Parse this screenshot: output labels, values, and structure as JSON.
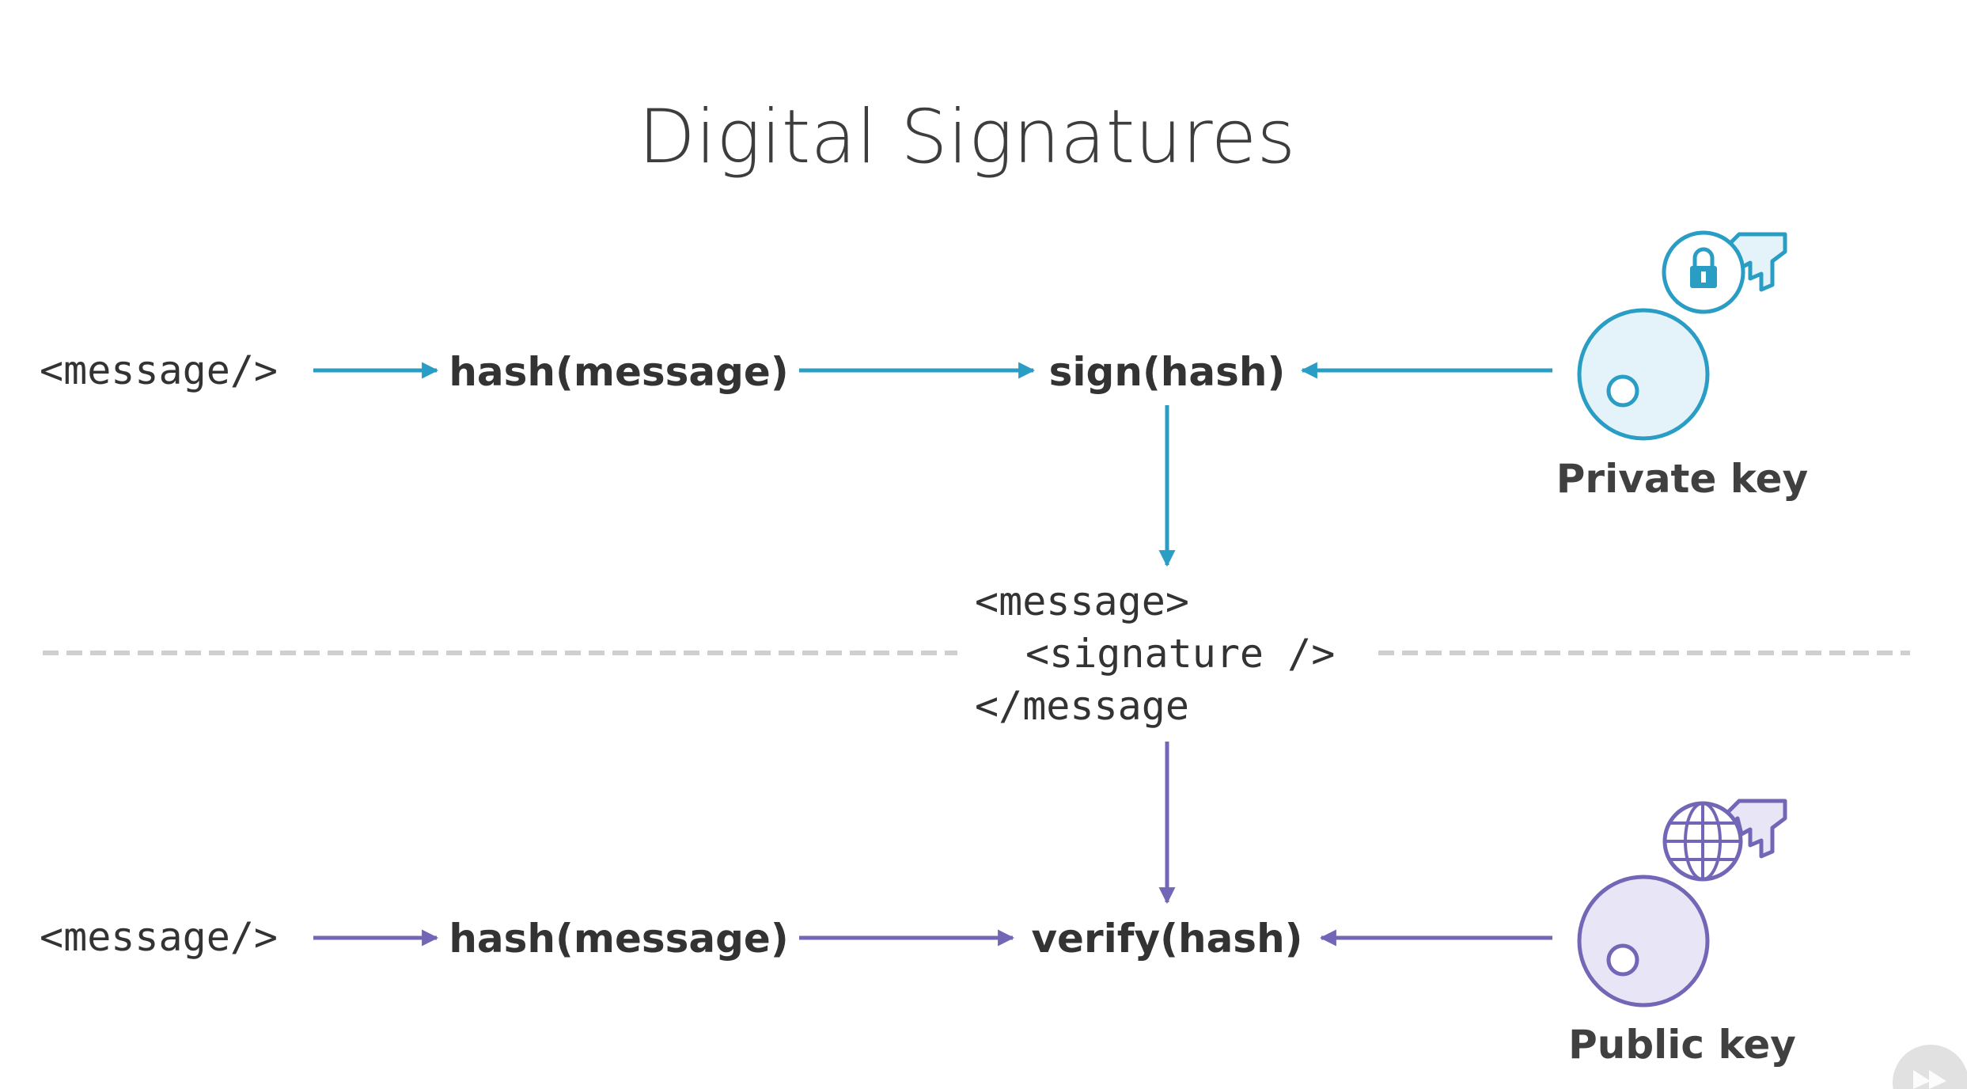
{
  "title": "Digital Signatures",
  "colors": {
    "sign_flow": "#2a9dc4",
    "sign_fill": "#e3f3f9",
    "verify_flow": "#7267b6",
    "verify_fill": "#e8e6f6",
    "separator": "#cfcfcf",
    "text": "#333333"
  },
  "sign_row": {
    "message": "<message/>",
    "hash": "hash(message)",
    "operation": "sign(hash)",
    "key_label": "Private key",
    "key_icon": "private-key-lock-icon"
  },
  "signed_message": {
    "open_tag": "<message>",
    "signature": "<signature />",
    "close_tag": "</message"
  },
  "verify_row": {
    "message": "<message/>",
    "hash": "hash(message)",
    "operation": "verify(hash)",
    "key_label": "Public key",
    "key_icon": "public-key-globe-icon"
  },
  "player_icon": "play-forward-icon"
}
